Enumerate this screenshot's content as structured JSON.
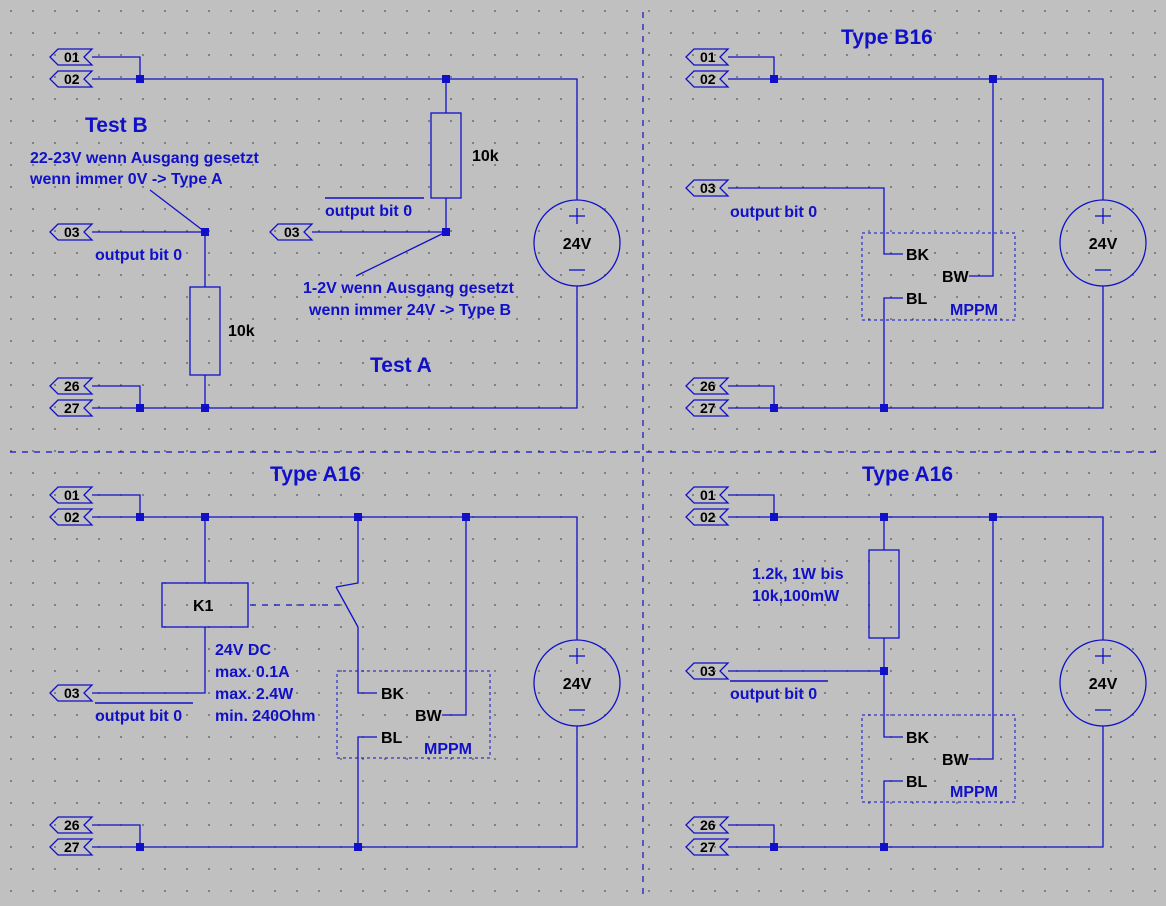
{
  "quadrants": {
    "top_left": {
      "pins": [
        "01",
        "02",
        "03",
        "26",
        "27"
      ],
      "resistor_top": "10k",
      "resistor_left": "10k",
      "test_b_title": "Test B",
      "test_b_note_1": "22-23V wenn Ausgang gesetzt",
      "test_b_note_2": "wenn immer 0V -> Type A",
      "label_output_bit": "output bit 0",
      "label_output_bit_inv": "output bit 0",
      "test_a_note_1": "1-2V wenn Ausgang gesetzt",
      "test_a_note_2": "wenn immer 24V -> Type B",
      "test_a_title": "Test A",
      "source": "24V"
    },
    "top_right": {
      "title": "Type B16",
      "pins": [
        "01",
        "02",
        "03",
        "26",
        "27"
      ],
      "label_output_bit": "output bit 0",
      "bk": "BK",
      "bw": "BW",
      "bl": "BL",
      "module": "MPPM",
      "source": "24V"
    },
    "bottom_left": {
      "title": "Type A16",
      "pins": [
        "01",
        "02",
        "03",
        "26",
        "27"
      ],
      "relay": "K1",
      "relay_spec_1": "24V DC",
      "relay_spec_2": "max. 0.1A",
      "relay_spec_3": "max. 2.4W",
      "relay_spec_4": "min. 240Ohm",
      "label_output_bit_inv": "output bit 0",
      "bk": "BK",
      "bw": "BW",
      "bl": "BL",
      "module": "MPPM",
      "source": "24V"
    },
    "bottom_right": {
      "title": "Type A16",
      "pins": [
        "01",
        "02",
        "03",
        "26",
        "27"
      ],
      "resistor_1": "1.2k, 1W bis",
      "resistor_2": "10k,100mW",
      "label_output_bit_inv": "output bit 0",
      "bk": "BK",
      "bw": "BW",
      "bl": "BL",
      "module": "MPPM",
      "source": "24V"
    }
  },
  "colors": {
    "wire": "#1010c8",
    "background": "#c0c0c0",
    "text": "#000000"
  }
}
